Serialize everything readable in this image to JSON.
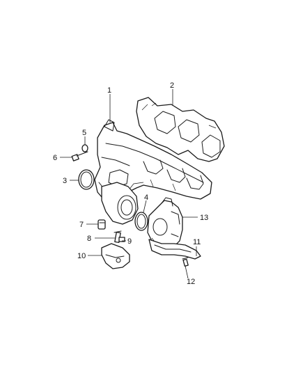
{
  "callouts": [
    {
      "id": "c1",
      "label": "1"
    },
    {
      "id": "c2",
      "label": "2"
    },
    {
      "id": "c3",
      "label": "3"
    },
    {
      "id": "c4",
      "label": "4"
    },
    {
      "id": "c5",
      "label": "5"
    },
    {
      "id": "c6",
      "label": "6"
    },
    {
      "id": "c7",
      "label": "7"
    },
    {
      "id": "c8",
      "label": "8"
    },
    {
      "id": "c9",
      "label": "9"
    },
    {
      "id": "c10",
      "label": "10"
    },
    {
      "id": "c11",
      "label": "11"
    },
    {
      "id": "c12",
      "label": "12"
    },
    {
      "id": "c13",
      "label": "13"
    }
  ],
  "colors": {
    "line": "#1a1a1a",
    "background": "#ffffff"
  }
}
